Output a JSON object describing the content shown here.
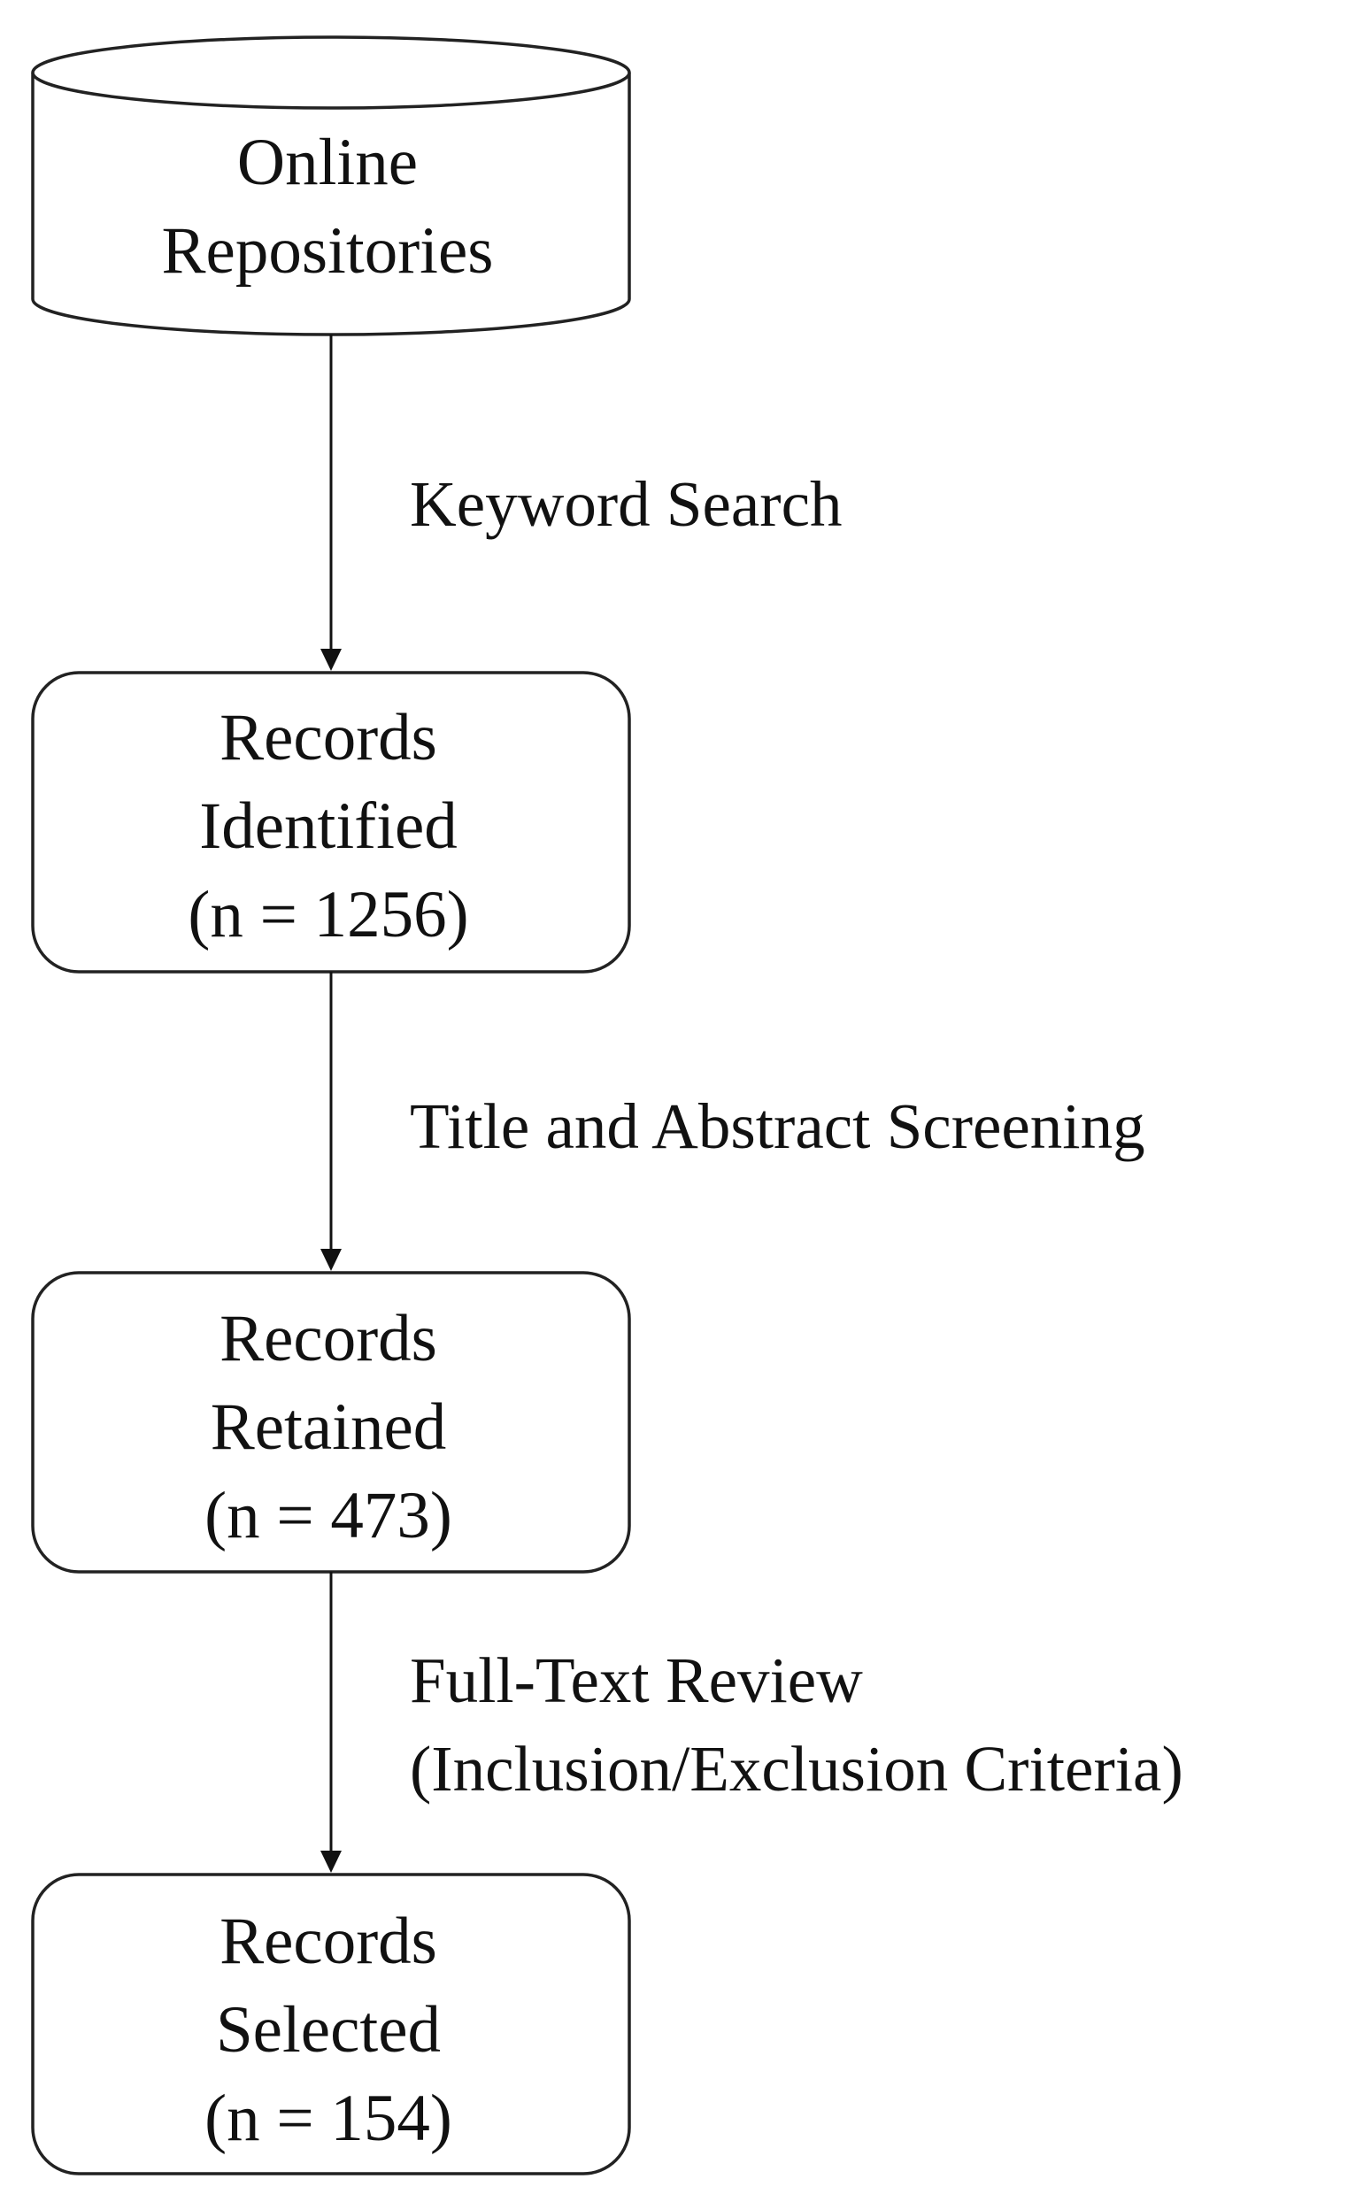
{
  "diagram": {
    "type": "flowchart",
    "nodes": [
      {
        "id": "online-repositories",
        "shape": "cylinder",
        "lines": [
          "Online",
          "Repositories"
        ]
      },
      {
        "id": "records-identified",
        "shape": "rounded-rect",
        "lines": [
          "Records",
          "Identified",
          "(n = 1256)"
        ]
      },
      {
        "id": "records-retained",
        "shape": "rounded-rect",
        "lines": [
          "Records",
          "Retained",
          "(n = 473)"
        ]
      },
      {
        "id": "records-selected",
        "shape": "rounded-rect",
        "lines": [
          "Records",
          "Selected",
          "(n = 154)"
        ]
      }
    ],
    "edges": [
      {
        "from": "online-repositories",
        "to": "records-identified",
        "lines": [
          "Keyword Search"
        ]
      },
      {
        "from": "records-identified",
        "to": "records-retained",
        "lines": [
          "Title and Abstract Screening"
        ]
      },
      {
        "from": "records-retained",
        "to": "records-selected",
        "lines": [
          "Full-Text Review",
          "(Inclusion/Exclusion Criteria)"
        ]
      }
    ],
    "colors": {
      "stroke": "#222222",
      "fill": "#ffffff",
      "text": "#111111"
    }
  }
}
